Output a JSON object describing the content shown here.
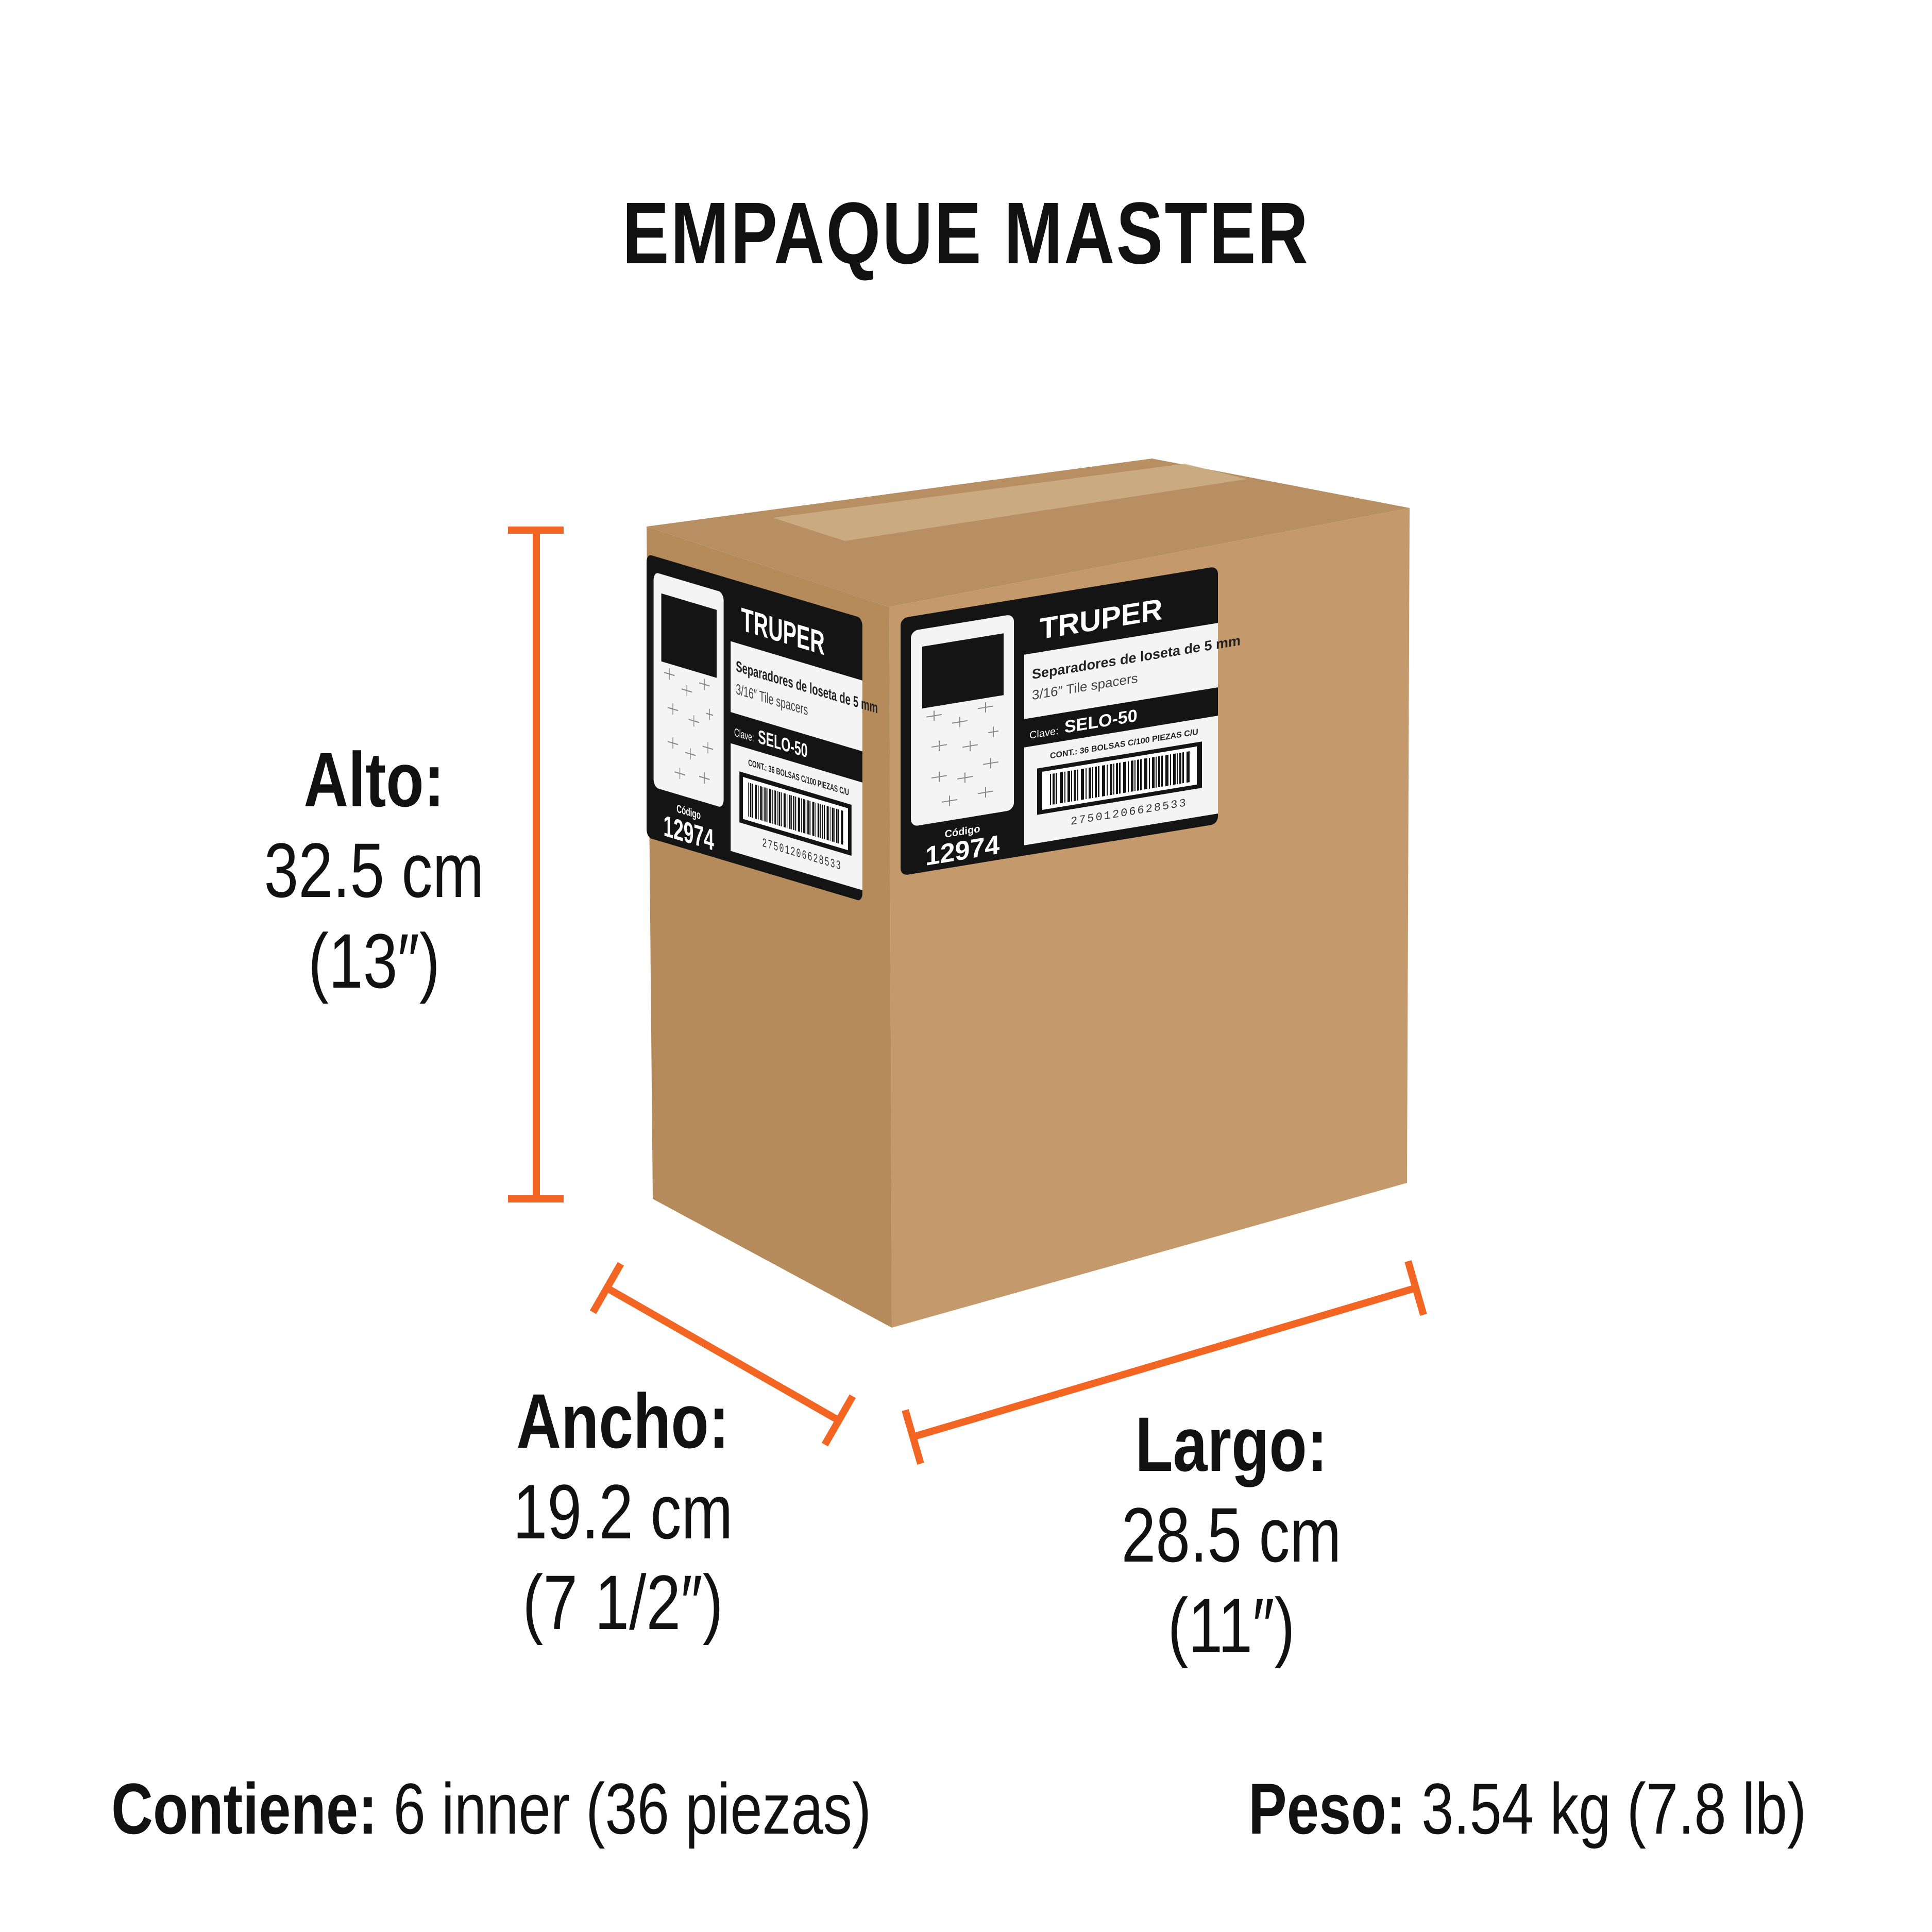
{
  "title": "EMPAQUE MASTER",
  "colors": {
    "accent": "#F26522",
    "cardboard": "#C49A6C",
    "label_black": "#141414"
  },
  "dimensions": {
    "alto": {
      "label": "Alto:",
      "metric": "32.5 cm",
      "imperial": "(13″)"
    },
    "ancho": {
      "label": "Ancho:",
      "metric": "19.2 cm",
      "imperial": "(7 1/2″)"
    },
    "largo": {
      "label": "Largo:",
      "metric": "28.5 cm",
      "imperial": "(11″)"
    }
  },
  "footer": {
    "contents_label": "Contiene:",
    "contents_value": "6 inner (36 piezas)",
    "weight_label": "Peso:",
    "weight_value": "3.54 kg (7.8 lb)"
  },
  "box_label": {
    "brand": "TRUPER",
    "product_es": "Separadores de loseta de 5 mm",
    "product_en": "3/16″ Tile spacers",
    "clave_label": "Clave:",
    "clave": "SELO-50",
    "contents": "CONT.:  36 BOLSAS C/100 PIEZAS C/U",
    "barcode_number": "27501206628533",
    "codigo_label": "Código",
    "codigo": "12974"
  }
}
